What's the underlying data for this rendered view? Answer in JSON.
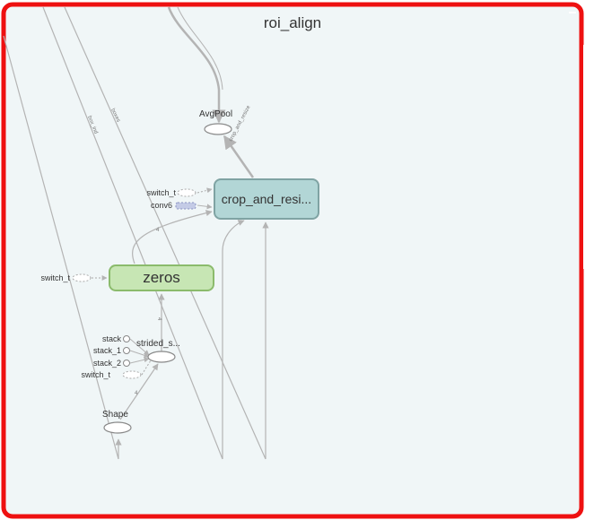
{
  "group": {
    "title": "roi_align"
  },
  "nodes": {
    "crop_and_resize": "crop_and_resi...",
    "zeros": "zeros",
    "avgpool": "AvgPool",
    "strided_slice": "strided_s...",
    "shape": "Shape"
  },
  "inputs": {
    "crop_switch": "switch_t",
    "crop_conv": "conv6",
    "zeros_switch": "switch_t",
    "stack": "stack",
    "stack_1": "stack_1",
    "stack_2": "stack_2",
    "strided_switch": "switch_t"
  },
  "edge_labels": {
    "e1": "box_ind",
    "e2": "boxes",
    "e3": "crop_and_resize",
    "e4": "4",
    "e5": "4",
    "e6": "4"
  },
  "colors": {
    "group_border": "#ee1111",
    "group_fill": "#f0f6f7",
    "crop_fill": "#b2d6d6",
    "zeros_fill": "#c7e6b4",
    "edge": "#b4b4b4"
  }
}
